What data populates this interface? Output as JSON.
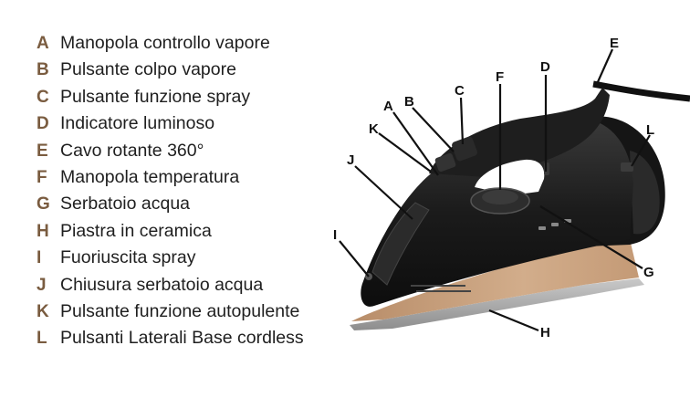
{
  "legend": [
    {
      "letter": "A",
      "text": "Manopola controllo vapore"
    },
    {
      "letter": "B",
      "text": "Pulsante colpo vapore"
    },
    {
      "letter": "C",
      "text": "Pulsante funzione spray"
    },
    {
      "letter": "D",
      "text": "Indicatore luminoso"
    },
    {
      "letter": "E",
      "text": "Cavo rotante 360°"
    },
    {
      "letter": "F",
      "text": "Manopola temperatura"
    },
    {
      "letter": "G",
      "text": "Serbatoio acqua"
    },
    {
      "letter": "H",
      "text": "Piastra in ceramica"
    },
    {
      "letter": "I",
      "text": "Fuoriuscita spray"
    },
    {
      "letter": "J",
      "text": "Chiusura serbatoio acqua"
    },
    {
      "letter": "K",
      "text": "Pulsante funzione autopulente"
    },
    {
      "letter": "L",
      "text": "Pulsanti Laterali Base cordless"
    }
  ],
  "callouts": {
    "A": "A",
    "B": "B",
    "C": "C",
    "D": "D",
    "E": "E",
    "F": "F",
    "G": "G",
    "H": "H",
    "I": "I",
    "J": "J",
    "K": "K",
    "L": "L"
  },
  "colors": {
    "letter_accent": "#7a5c40",
    "iron_body": "#1b1b1b",
    "soleplate": "#c9a27f"
  }
}
